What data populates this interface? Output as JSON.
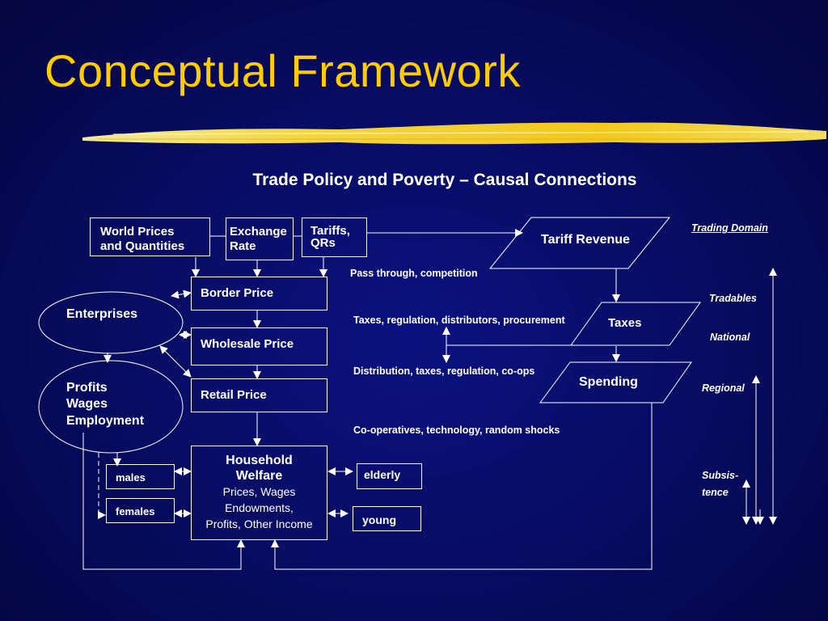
{
  "title": "Conceptual Framework",
  "subtitle": "Trade Policy and Poverty – Causal Connections",
  "inputs": {
    "world_prices": [
      "World Prices",
      "and Quantities"
    ],
    "exchange_rate": [
      "Exchange",
      "Rate"
    ],
    "tariffs": [
      "Tariffs,",
      "QRs"
    ]
  },
  "chain": {
    "border_price": "Border Price",
    "wholesale_price": "Wholesale Price",
    "retail_price": "Retail Price"
  },
  "household": {
    "title_line1": "Household",
    "title_line2": "Welfare",
    "line3": "Prices,  Wages",
    "line4": "Endowments,",
    "line5": "Profits,   Other Income"
  },
  "enterprises": "Enterprises",
  "profits_ellipse": [
    "Profits",
    "Wages",
    "Employment"
  ],
  "gender": {
    "males": "males",
    "females": "females"
  },
  "age": {
    "elderly": "elderly",
    "young": "young"
  },
  "government": {
    "tariff_revenue": "Tariff Revenue",
    "taxes": "Taxes",
    "spending": "Spending"
  },
  "annotations": {
    "pass_through": "Pass through, competition",
    "taxes_reg": "Taxes, regulation, distributors, procurement",
    "distribution": "Distribution, taxes, regulation, co-ops",
    "cooperatives": "Co-operatives, technology, random shocks"
  },
  "domains": {
    "trading": "Trading Domain",
    "tradables": "Tradables",
    "national": "National",
    "regional": "Regional",
    "subsistence_1": "Subsis-",
    "subsistence_2": "tence"
  },
  "colors": {
    "title": "#ffcc00",
    "background": "#070b5e",
    "lines": "#ffffff"
  }
}
